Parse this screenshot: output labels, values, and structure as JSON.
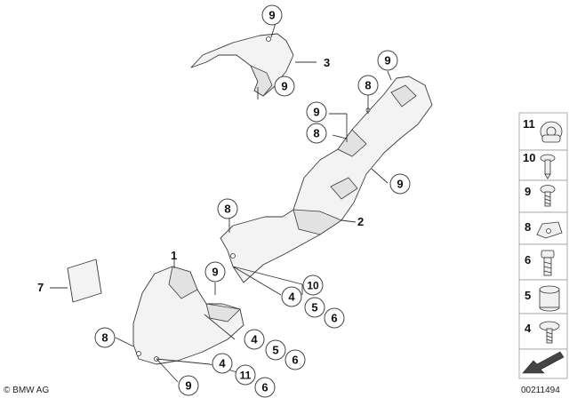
{
  "callouts": [
    {
      "id": "c1",
      "label": "9"
    },
    {
      "id": "c2",
      "label": "9"
    },
    {
      "id": "c3",
      "label": "9"
    },
    {
      "id": "c4",
      "label": "8"
    },
    {
      "id": "c5",
      "label": "9"
    },
    {
      "id": "c6",
      "label": "8"
    },
    {
      "id": "c7",
      "label": "9"
    },
    {
      "id": "c8",
      "label": "8"
    },
    {
      "id": "c9",
      "label": "9"
    },
    {
      "id": "c10",
      "label": "10"
    },
    {
      "id": "c11",
      "label": "4"
    },
    {
      "id": "c12",
      "label": "5"
    },
    {
      "id": "c13",
      "label": "6"
    },
    {
      "id": "c14",
      "label": "8"
    },
    {
      "id": "c15",
      "label": "4"
    },
    {
      "id": "c16",
      "label": "5"
    },
    {
      "id": "c17",
      "label": "6"
    },
    {
      "id": "c18",
      "label": "4"
    },
    {
      "id": "c19",
      "label": "11"
    },
    {
      "id": "c20",
      "label": "6"
    },
    {
      "id": "c21",
      "label": "9"
    }
  ],
  "part_labels": {
    "p1": "1",
    "p2": "2",
    "p3": "3",
    "p7": "7"
  },
  "legend": [
    {
      "num": "11",
      "icon": "grommet-icon"
    },
    {
      "num": "10",
      "icon": "push-rivet-icon"
    },
    {
      "num": "9",
      "icon": "screw-icon"
    },
    {
      "num": "8",
      "icon": "clip-nut-icon"
    },
    {
      "num": "6",
      "icon": "bolt-icon"
    },
    {
      "num": "5",
      "icon": "sleeve-icon"
    },
    {
      "num": "4",
      "icon": "washer-screw-icon"
    }
  ],
  "footer": {
    "brand": "© BMW AG",
    "diagram_number": "00211494"
  }
}
